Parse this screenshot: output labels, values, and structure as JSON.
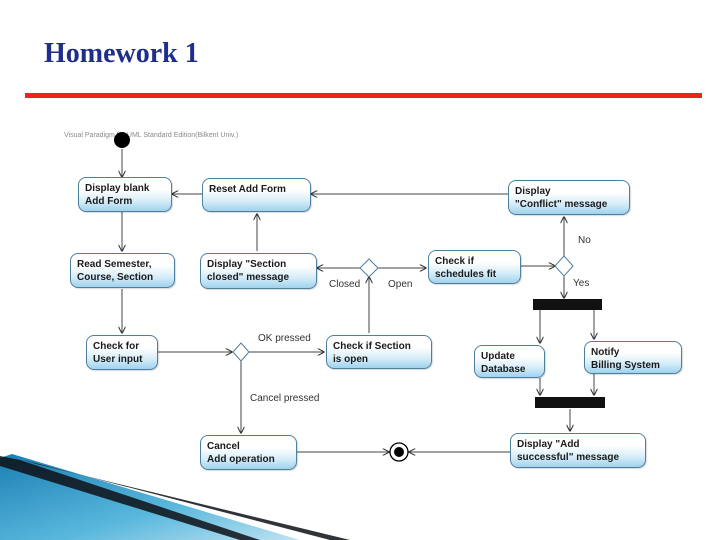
{
  "slide": {
    "title": "Homework 1"
  },
  "diagram": {
    "watermark": "Visual Paradigm for UML Standard Edition(Bilkent Univ.)",
    "nodes": {
      "display_blank": [
        "Display blank",
        "Add Form"
      ],
      "reset_add_form": [
        "Reset Add Form"
      ],
      "display_conflict": [
        "Display",
        "\"Conflict\" message"
      ],
      "read_semester": [
        "Read Semester,",
        "Course, Section"
      ],
      "display_section_closed": [
        "Display \"Section",
        "closed\" message"
      ],
      "check_schedules": [
        "Check if",
        "schedules fit"
      ],
      "check_user_input": [
        "Check for",
        "User input"
      ],
      "check_section_open": [
        "Check if Section",
        "is open"
      ],
      "update_database": [
        "Update",
        "Database"
      ],
      "notify_billing": [
        "Notify",
        "Billing System"
      ],
      "cancel_add": [
        "Cancel",
        "Add operation"
      ],
      "display_add_successful": [
        "Display \"Add",
        "successful\" message"
      ]
    },
    "labels": {
      "no": "No",
      "yes": "Yes",
      "closed": "Closed",
      "open": "Open",
      "ok_pressed": "OK pressed",
      "cancel_pressed": "Cancel pressed"
    }
  }
}
